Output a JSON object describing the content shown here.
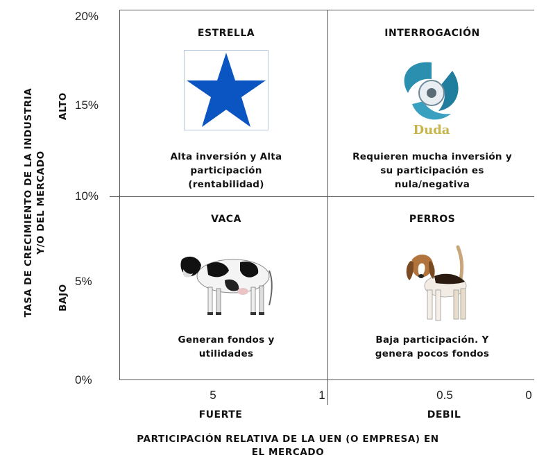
{
  "y_axis": {
    "label_line1": "TASA DE CRECIMIENTO DE LA INDUSTRIA",
    "label_line2": "Y/O DEL MERCADO",
    "ticks": [
      "20%",
      "15%",
      "10%",
      "5%",
      "0%"
    ],
    "high_label": "ALTO",
    "low_label": "BAJO"
  },
  "x_axis": {
    "label_line1": "PARTICIPACIÓN RELATIVA DE LA UEN (O EMPRESA) EN",
    "label_line2": "EL MERCADO",
    "ticks": [
      "5",
      "1",
      "0.5",
      "0"
    ],
    "strong_label": "FUERTE",
    "weak_label": "DEBIL"
  },
  "quadrants": {
    "star": {
      "title": "ESTRELLA",
      "desc": [
        "Alta inversión y Alta",
        "participación",
        "(rentabilidad)"
      ],
      "icon": "star-icon",
      "color": "#0a55c2"
    },
    "question": {
      "title": "INTERROGACIÓN",
      "desc": [
        "Requieren mucha inversión y",
        "su participación es",
        "nula/negativa"
      ],
      "icon": "question-logo",
      "logo_text": "Duda",
      "color": "#2b8fb0"
    },
    "cow": {
      "title": "VACA",
      "desc": [
        "Generan fondos y",
        "utilidades"
      ],
      "icon": "cow-icon"
    },
    "dogs": {
      "title": "PERROS",
      "desc": [
        "Baja participación. Y",
        "genera pocos fondos"
      ],
      "icon": "dog-icon"
    }
  }
}
